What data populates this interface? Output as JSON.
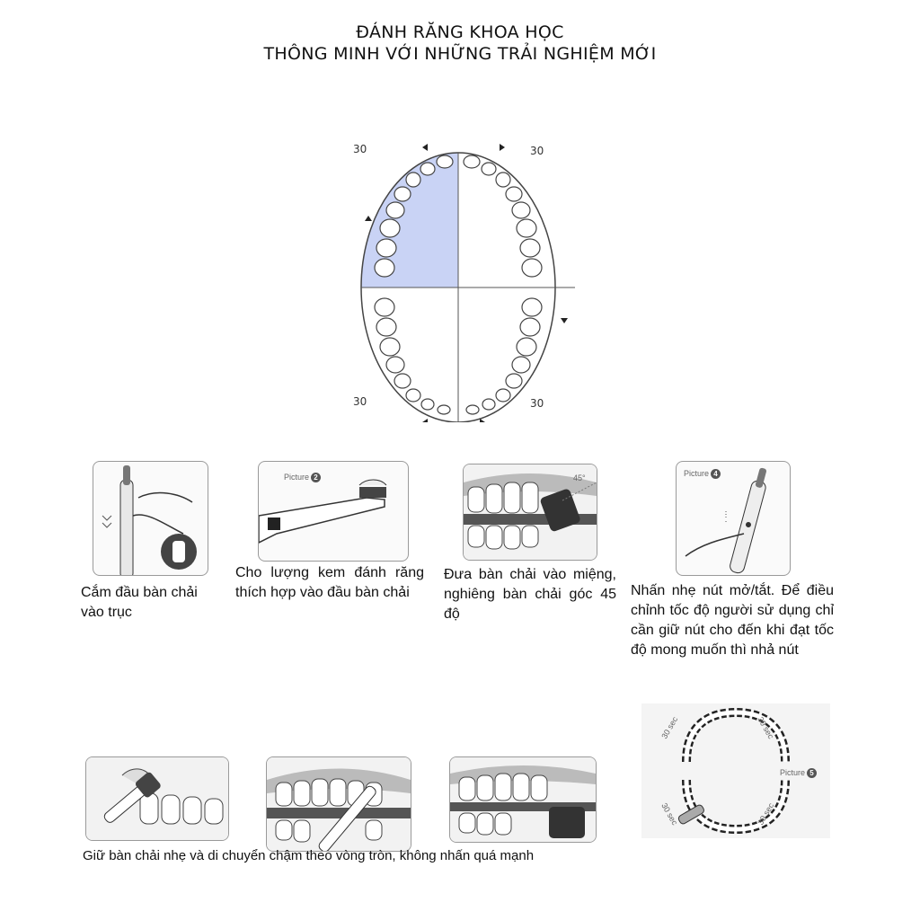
{
  "title": {
    "line1": "ĐÁNH RĂNG KHOA HỌC",
    "line2": "THÔNG MINH VỚI NHỮNG TRẢI NGHIỆM MỚI"
  },
  "jaw_diagram": {
    "top_left": "30",
    "top_right": "30",
    "bottom_left": "30",
    "bottom_right": "30",
    "highlight_color": "#c9d3f5"
  },
  "steps": {
    "step1": "Cắm đầu bàn chải vào trục",
    "step2": "Cho lượng kem đánh răng thích hợp vào đầu bàn chải",
    "step3": "Đưa bàn chải vào miệng, nghiêng bàn chải góc 45 độ",
    "step4": "Nhấn nhẹ nút mở/tắt. Để điều chỉnh tốc độ người sử dụng chỉ cần giữ nút cho đến khi đạt tốc độ mong muốn thì nhả nút"
  },
  "panels": {
    "picture2": "Picture",
    "picture2_num": "2",
    "picture3_angle": "45°",
    "picture4": "Picture",
    "picture4_num": "4",
    "picture5": "Picture",
    "picture5_num": "5",
    "sec_tl": "30 sec",
    "sec_tr": "30 sec",
    "sec_bl": "30 sec",
    "sec_br": "30 sec"
  },
  "bottom_caption": "Giữ bàn chải nhẹ và di chuyển chậm theo vòng tròn, không nhấn quá mạnh"
}
